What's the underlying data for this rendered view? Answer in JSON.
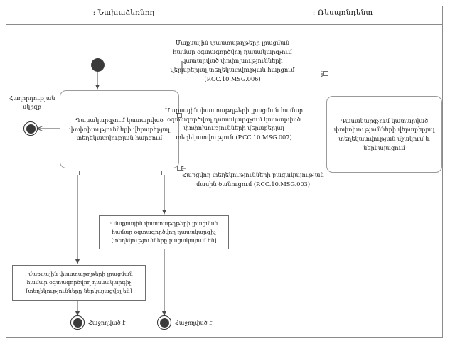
{
  "diagram": {
    "type": "uml-activity-diagram",
    "language": "hy",
    "lanes": [
      {
        "id": "initiator",
        "title": ": Նախաձեռնող"
      },
      {
        "id": "respondent",
        "title": ": Ռեսպոնդենտ"
      }
    ],
    "nodes": {
      "start_label": "Հաղորդության սկիզբ",
      "activity_left": "Դասակարգչում կատարված փոփոխությունների վերաբերյալ տեղեկատվության հարցում",
      "activity_right": "Դասակարգչում կատարված փոփոխությունների վերաբերյալ տեղեկատվության մշակում և ներկայացում",
      "note_absent": ": մաքսային փաստաթղթերի լրացման համար օգտագործվող դասակարգիչ [տեղեկությունները բացակայում են]",
      "note_present": ": մաքսային փաստաթղթերի լրացման համար օգտագործվող դասակարգիչ [տեղեկությունները ներկայացվել են]",
      "end_label_left": "Հաջողված է",
      "end_label_right": "Հաջողված է"
    },
    "flows": [
      {
        "id": "msg006",
        "text": "Մաքսային փաստաթղթերի լրացման համար օգտագործվող դասակարգչում կատարված փոփոխությունների վերաբերյալ տեղեկատվության հարցում (P.CC.10.MSG.006)",
        "code": "P.CC.10.MSG.006",
        "direction": "initiator-to-respondent"
      },
      {
        "id": "msg007",
        "text": "Մաքսային փաստաթղթերի լրացման համար օգտագործվող դասակարգչում կատարված փոփոխությունների վերաբերյալ տեղեկատվություն (P.CC.10.MSG.007)",
        "code": "P.CC.10.MSG.007",
        "direction": "respondent-to-initiator"
      },
      {
        "id": "msg003",
        "text": "Հարցվող տեղեկությունների բացակայության մասին ծանուցում (P.CC.10.MSG.003)",
        "code": "P.CC.10.MSG.003",
        "direction": "respondent-to-initiator"
      }
    ],
    "colors": {
      "border": "#8a8a8a",
      "node_fill": "#3a3a3a",
      "line": "#4a4a4a",
      "background": "#ffffff"
    }
  }
}
